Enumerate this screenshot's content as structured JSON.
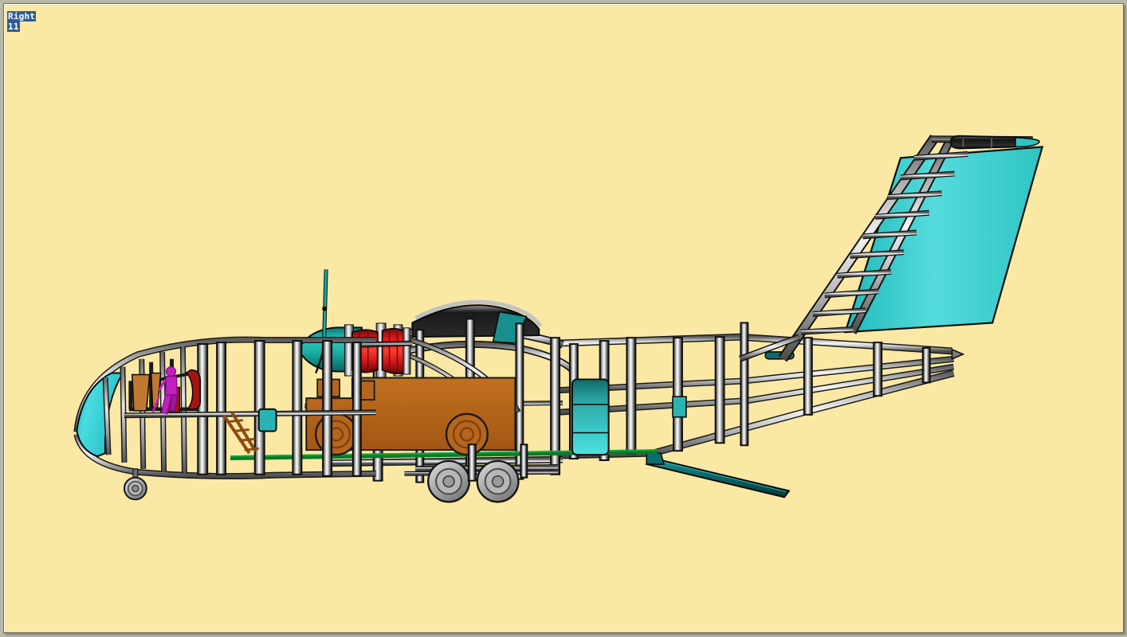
{
  "viewport": {
    "background_color": "#fae8a4",
    "frame_color": "#b9b9a8",
    "border_color": "#6e6e62"
  },
  "view_label": {
    "orientation": "Right",
    "index": "11",
    "text_color": "#ffffff",
    "highlight_color": "#2f5b96",
    "name": "view-orientation-label"
  },
  "model": {
    "title": "Aircraft structural assembly",
    "view": "Right",
    "palette": {
      "fuselage_frame_light": "#f2f2f2",
      "fuselage_frame_mid": "#9a9a9a",
      "fuselage_frame_dark": "#4a4a4a",
      "outline": "#121212",
      "nose_cone": "#3fd2d8",
      "nose_cone_dark": "#17a8b0",
      "tail_surface": "#3fd2d8",
      "tail_surface_dark": "#15a5ad",
      "stabilizer": "#0d6b6e",
      "engine_red": "#d21717",
      "engine_red_dark": "#8e0d0d",
      "spinner_teal": "#18a8a0",
      "cargo_brown": "#b5651d",
      "cargo_brown_dark": "#8c4a12",
      "floor_green": "#0a7a2a",
      "wing_root_dark": "#1c1c1c",
      "pilot_magenta": "#c020c0",
      "seat_red": "#a51414",
      "panel_orange": "#c07830",
      "window_teal": "#2bb3b3",
      "door_teal": "#35c6c6",
      "wheel_gray": "#b8b8b8",
      "wheel_gray_dark": "#6d6d6d"
    },
    "components": [
      {
        "id": "nose-cone",
        "label": "Nose radome",
        "color": "#3fd2d8"
      },
      {
        "id": "forward-fuselage",
        "label": "Forward fuselage frames",
        "color": "#c9c9c9"
      },
      {
        "id": "cockpit",
        "label": "Cockpit station",
        "color": "#c9c9c9"
      },
      {
        "id": "pilot-figure",
        "label": "Pilot figure",
        "color": "#c020c0"
      },
      {
        "id": "pilot-seat",
        "label": "Pilot seat",
        "color": "#a51414"
      },
      {
        "id": "second-seat",
        "label": "Second crew seat",
        "color": "#a51414"
      },
      {
        "id": "instrument-panel",
        "label": "Instrument panel",
        "color": "#c07830"
      },
      {
        "id": "nose-gear",
        "label": "Nose landing gear",
        "color": "#b8b8b8"
      },
      {
        "id": "boarding-ladder",
        "label": "Boarding ladder",
        "color": "#8c4a12"
      },
      {
        "id": "cabin-window",
        "label": "Cabin window",
        "color": "#2bb3b3"
      },
      {
        "id": "engine-assembly",
        "label": "Engine cylinders",
        "color": "#d21717"
      },
      {
        "id": "propeller-spinner",
        "label": "Propeller spinner",
        "color": "#18a8a0"
      },
      {
        "id": "antenna-mast",
        "label": "Antenna mast",
        "color": "#18a8a0"
      },
      {
        "id": "wing-root-fairing",
        "label": "Wing root fairing",
        "color": "#1c1c1c"
      },
      {
        "id": "cargo-vehicle",
        "label": "Cargo vehicle",
        "color": "#b5651d"
      },
      {
        "id": "cabin-floor",
        "label": "Cabin floor rail",
        "color": "#0a7a2a"
      },
      {
        "id": "main-gear",
        "label": "Main landing gear",
        "color": "#b8b8b8"
      },
      {
        "id": "cargo-door",
        "label": "Cargo door",
        "color": "#35c6c6"
      },
      {
        "id": "aft-fuselage",
        "label": "Aft fuselage frames",
        "color": "#c9c9c9"
      },
      {
        "id": "vertical-stabilizer",
        "label": "Vertical stabilizer",
        "color": "#3fd2d8"
      },
      {
        "id": "fin-tip-pod",
        "label": "Fin tip pod",
        "color": "#2a2a2a"
      },
      {
        "id": "horizontal-stabilizer",
        "label": "Horizontal stabilizer",
        "color": "#0d6b6e"
      }
    ]
  }
}
